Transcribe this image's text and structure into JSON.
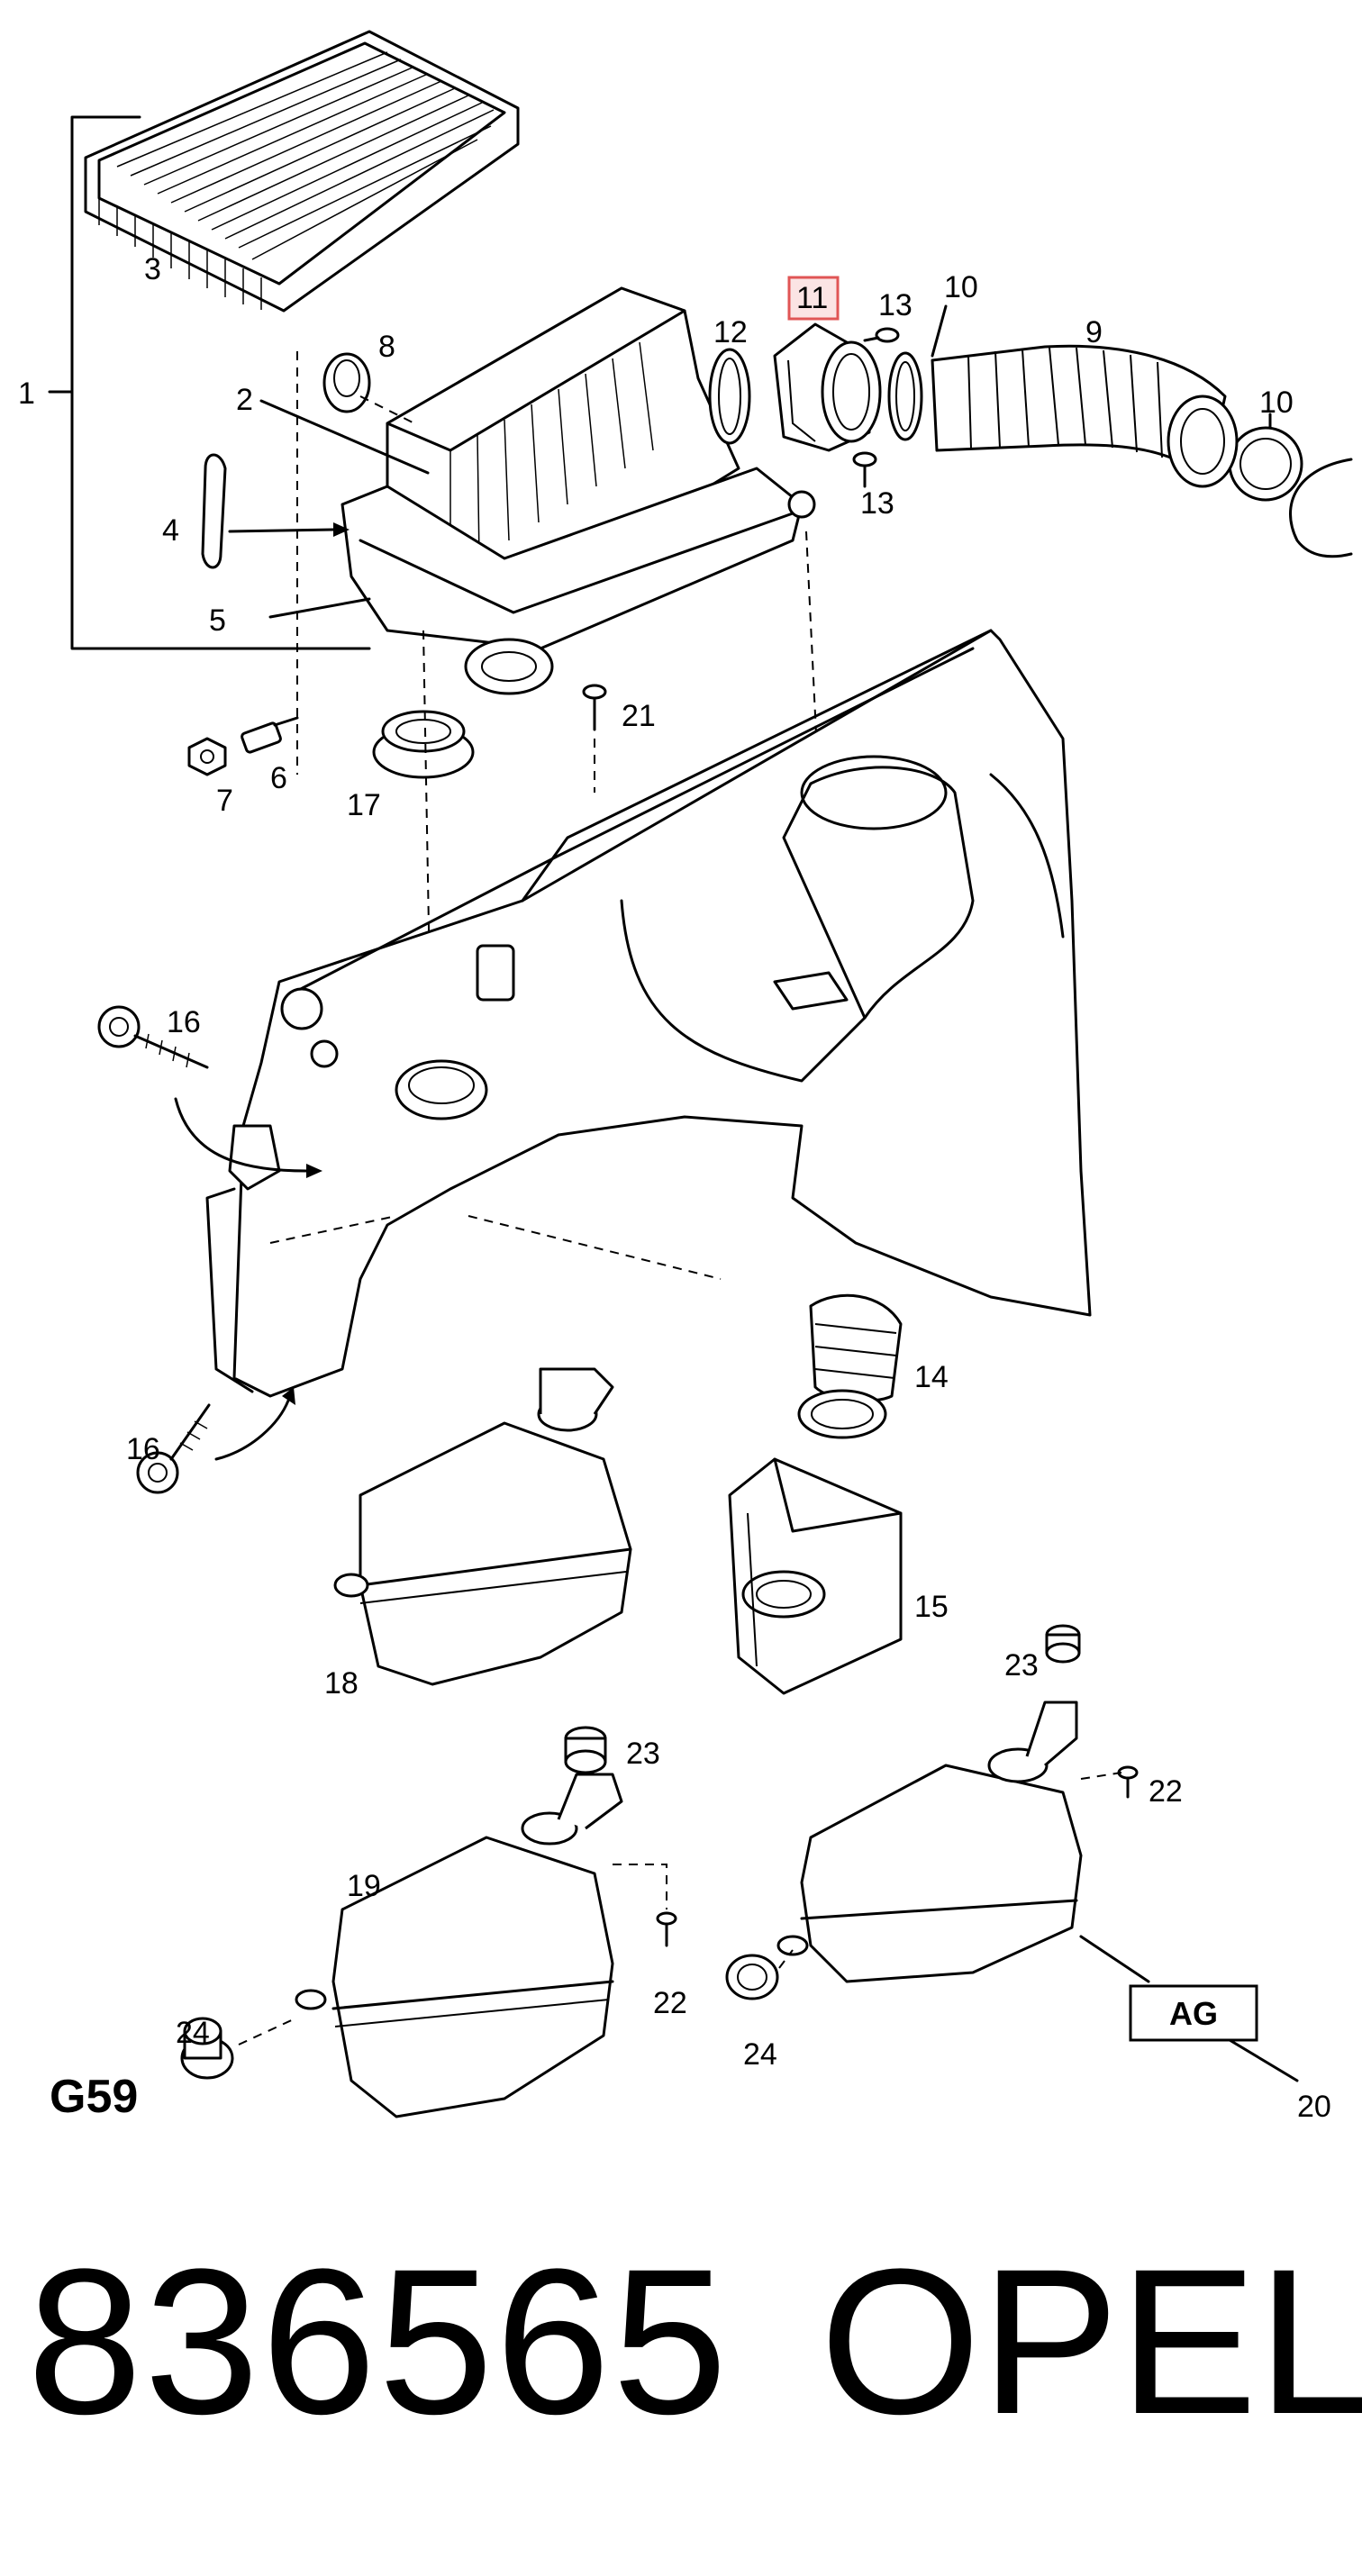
{
  "diagram": {
    "section_code": "G59",
    "highlighted_callout": "11",
    "box_label": "AG",
    "highlight_color": "#e05555",
    "callouts": {
      "c1": "1",
      "c2": "2",
      "c3": "3",
      "c4": "4",
      "c5": "5",
      "c6": "6",
      "c7": "7",
      "c8": "8",
      "c9": "9",
      "c10a": "10",
      "c10b": "10",
      "c11": "11",
      "c12": "12",
      "c13a": "13",
      "c13b": "13",
      "c14": "14",
      "c15": "15",
      "c16a": "16",
      "c16b": "16",
      "c17": "17",
      "c18": "18",
      "c19": "19",
      "c20": "20",
      "c21": "21",
      "c22a": "22",
      "c22b": "22",
      "c23a": "23",
      "c23b": "23",
      "c24a": "24",
      "c24b": "24"
    }
  },
  "footer": {
    "part_number": "836565",
    "brand": "OPEL"
  }
}
